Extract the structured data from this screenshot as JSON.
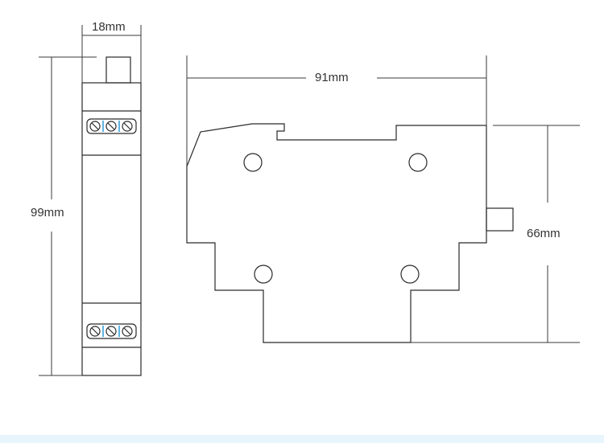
{
  "dimensions": {
    "width_label": "18mm",
    "height_label": "99mm",
    "length_label": "91mm",
    "depth_label": "66mm"
  },
  "colors": {
    "line": "#2a2a2a",
    "dimension_line": "#3a3a3a",
    "terminal_accent": "#2a9ad8",
    "background": "#ffffff",
    "bottom_strip": "#e9f5fc"
  }
}
